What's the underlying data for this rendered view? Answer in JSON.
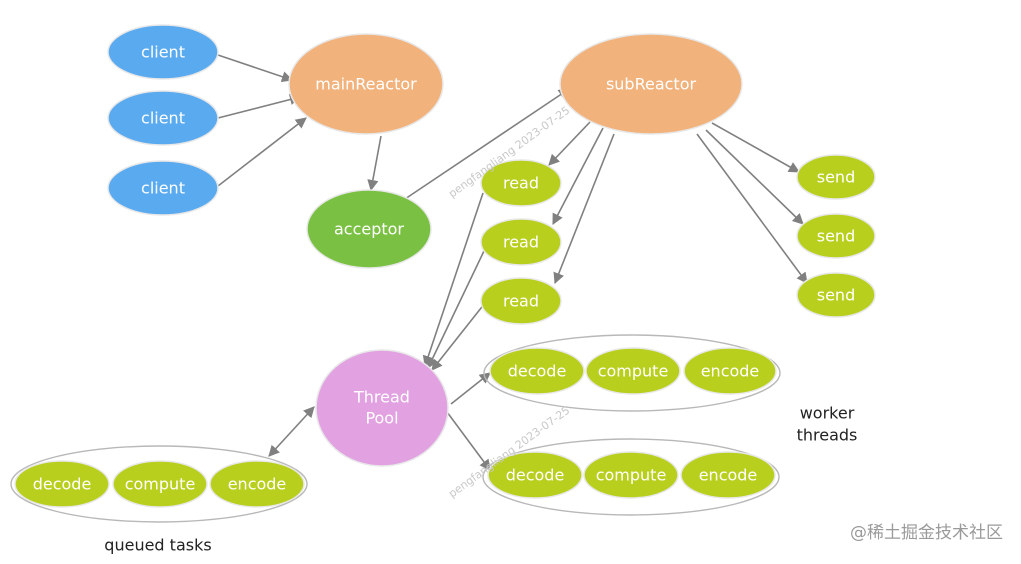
{
  "colors": {
    "client": "#5aaaf0",
    "reactor": "#f2b27c",
    "acceptor": "#7ac143",
    "task": "#b9cf1e",
    "pool": "#e2a2e2",
    "arrow": "#808080",
    "group_stroke": "#b8b8b8"
  },
  "nodes": {
    "client": "client",
    "main_reactor": "mainReactor",
    "sub_reactor": "subReactor",
    "acceptor": "acceptor",
    "read": "read",
    "send": "send",
    "thread_pool_line1": "Thread",
    "thread_pool_line2": "Pool",
    "decode": "decode",
    "compute": "compute",
    "encode": "encode"
  },
  "labels": {
    "worker_threads_line1": "worker",
    "worker_threads_line2": "threads",
    "queued_tasks": "queued tasks"
  },
  "watermark": "pengfangliang 2023-07-25",
  "footer": "@稀土掘金技术社区"
}
